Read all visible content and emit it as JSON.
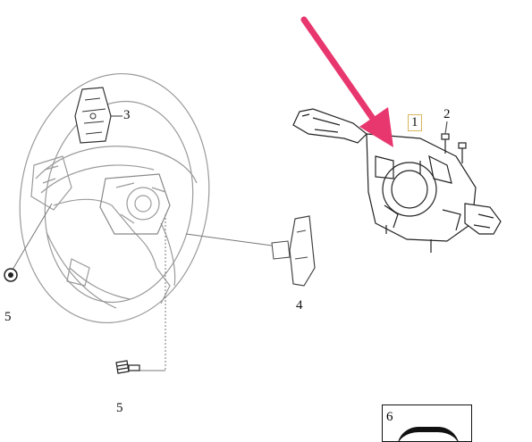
{
  "diagram": {
    "callouts": {
      "steering_column_switch": "1",
      "screw_small": "2",
      "paddle_shifter_upper": "3",
      "paddle_shifter_lower": "4",
      "bolt_left": "5",
      "bolt_bottom": "5",
      "reference_panel": "6"
    },
    "colors": {
      "line": "#9a9a9a",
      "dark_line": "#333333",
      "arrow": "#e8376f",
      "callout_box_border": "#d8b560"
    }
  }
}
